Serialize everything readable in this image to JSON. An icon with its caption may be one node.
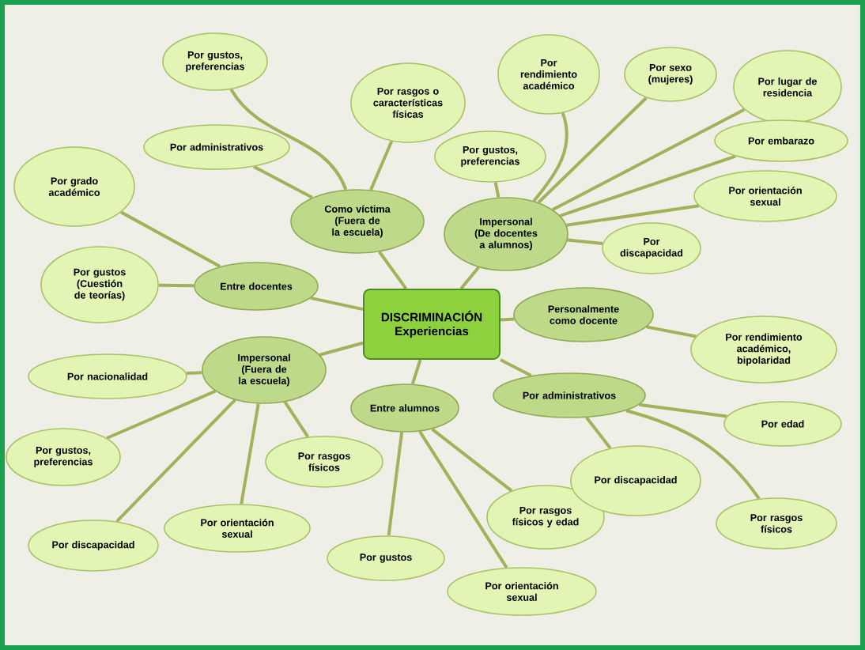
{
  "diagram": {
    "nodes": [
      {
        "text": [
          "DISCRIMINACIÓN Experiencias"
        ]
      },
      {
        "text": [
          "Como víctima (Fuera de la escuela)"
        ]
      },
      {
        "text": [
          "Entre docentes"
        ]
      },
      {
        "text": [
          "Impersonal (De docentes a alumnos)"
        ]
      },
      {
        "text": [
          "Personalmente como docente"
        ]
      },
      {
        "text": [
          "Impersonal (Fuera de la escuela)"
        ]
      },
      {
        "text": [
          "Entre alumnos"
        ]
      },
      {
        "text": [
          "Por administrativos"
        ]
      },
      {
        "text": [
          "Por gustos, preferencias"
        ]
      },
      {
        "text": [
          "Por rasgos o características físicas"
        ]
      },
      {
        "text": [
          "Por administrativos"
        ]
      },
      {
        "text": [
          "Por grado académico"
        ]
      },
      {
        "text": [
          "Por gustos (Cuestión de teorías)"
        ]
      },
      {
        "text": [
          "Por rendimiento académico"
        ]
      },
      {
        "text": [
          "Por sexo (mujeres)"
        ]
      },
      {
        "text": [
          "Por lugar de residencia"
        ]
      },
      {
        "text": [
          "Por gustos, preferencias"
        ]
      },
      {
        "text": [
          "Por embarazo"
        ]
      },
      {
        "text": [
          "Por orientación sexual"
        ]
      },
      {
        "text": [
          "Por discapacidad"
        ]
      },
      {
        "text": [
          "Por rendimiento académico, bipolaridad"
        ]
      },
      {
        "text": [
          "Por nacionalidad"
        ]
      },
      {
        "text": [
          "Por gustos, preferencias"
        ]
      },
      {
        "text": [
          "Por rasgos físicos"
        ]
      },
      {
        "text": [
          "Por orientación sexual"
        ]
      },
      {
        "text": [
          "Por discapacidad"
        ]
      },
      {
        "text": [
          "Por gustos"
        ]
      },
      {
        "text": [
          "Por rasgos físicos y edad"
        ]
      },
      {
        "text": [
          "Por orientación sexual"
        ]
      },
      {
        "text": [
          "Por edad"
        ]
      },
      {
        "text": [
          "Por discapacidad"
        ]
      },
      {
        "text": [
          "Por rasgos físicos"
        ]
      }
    ],
    "edges": [
      {
        "from": 0,
        "to": 1,
        "arrow": "none"
      },
      {
        "from": 0,
        "to": 2,
        "arrow": "none"
      },
      {
        "from": 0,
        "to": 3,
        "arrow": "none"
      },
      {
        "from": 0,
        "to": 4,
        "arrow": "none"
      },
      {
        "from": 0,
        "to": 5,
        "arrow": "none"
      },
      {
        "from": 0,
        "to": 6,
        "arrow": "none"
      },
      {
        "from": 0,
        "to": 7,
        "arrow": "none"
      },
      {
        "from": 1,
        "to": 8,
        "arrow": "none"
      },
      {
        "from": 1,
        "to": 9,
        "arrow": "none"
      },
      {
        "from": 1,
        "to": 10,
        "arrow": "none"
      },
      {
        "from": 2,
        "to": 11,
        "arrow": "none"
      },
      {
        "from": 2,
        "to": 12,
        "arrow": "none"
      },
      {
        "from": 3,
        "to": 13,
        "arrow": "none"
      },
      {
        "from": 3,
        "to": 14,
        "arrow": "none"
      },
      {
        "from": 3,
        "to": 15,
        "arrow": "none"
      },
      {
        "from": 3,
        "to": 16,
        "arrow": "none"
      },
      {
        "from": 3,
        "to": 17,
        "arrow": "none"
      },
      {
        "from": 3,
        "to": 18,
        "arrow": "none"
      },
      {
        "from": 3,
        "to": 19,
        "arrow": "none"
      },
      {
        "from": 4,
        "to": 20,
        "arrow": "none"
      },
      {
        "from": 5,
        "to": 21,
        "arrow": "none"
      },
      {
        "from": 5,
        "to": 22,
        "arrow": "none"
      },
      {
        "from": 5,
        "to": 23,
        "arrow": "none"
      },
      {
        "from": 5,
        "to": 24,
        "arrow": "none"
      },
      {
        "from": 5,
        "to": 25,
        "arrow": "none"
      },
      {
        "from": 6,
        "to": 26,
        "arrow": "none"
      },
      {
        "from": 6,
        "to": 27,
        "arrow": "none"
      },
      {
        "from": 6,
        "to": 28,
        "arrow": "none"
      },
      {
        "from": 7,
        "to": 29,
        "arrow": "none"
      },
      {
        "from": 7,
        "to": 30,
        "arrow": "none"
      },
      {
        "from": 7,
        "to": 31,
        "arrow": "none"
      }
    ]
  }
}
